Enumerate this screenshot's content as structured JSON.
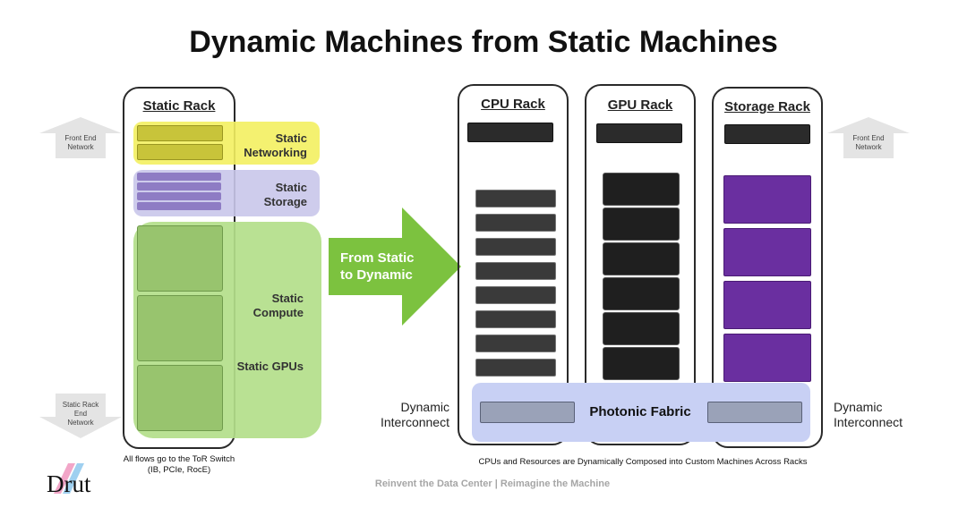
{
  "title": "Dynamic Machines from Static Machines",
  "static_rack": {
    "title": "Static Rack",
    "labels": {
      "networking": [
        "Static",
        "Networking"
      ],
      "storage": [
        "Static",
        "Storage"
      ],
      "compute": [
        "Static",
        "Compute"
      ],
      "gpus": "Static GPUs"
    },
    "caption": [
      "All flows go to the ToR Switch",
      "(IB, PCIe, RocE)"
    ]
  },
  "left_arrows": {
    "front_end": [
      "Front End",
      "Network"
    ],
    "back_end": [
      "Static Rack",
      "End",
      "Network"
    ]
  },
  "center_arrow": [
    "From Static",
    "to Dynamic"
  ],
  "racks": {
    "cpu": "CPU Rack",
    "gpu": "GPU Rack",
    "storage": "Storage Rack"
  },
  "right_arrow": [
    "Front End",
    "Network"
  ],
  "fabric": "Photonic Fabric",
  "dynamic_interconnect_left": [
    "Dynamic",
    "Interconnect"
  ],
  "dynamic_interconnect_right": [
    "Dynamic",
    "Interconnect"
  ],
  "bottom_caption": "CPUs and Resources are Dynamically Composed into Custom Machines Across Racks",
  "footer": "Reinvent the Data Center | Reimagine the Machine",
  "logo": "Drut",
  "colors": {
    "networking": "#f3f060",
    "storage": "#c9c6ea",
    "compute": "#b3de8a",
    "arrow": "#7cc23f",
    "fabric": "#c8d0f4",
    "storage_unit": "#6a2fa0"
  }
}
